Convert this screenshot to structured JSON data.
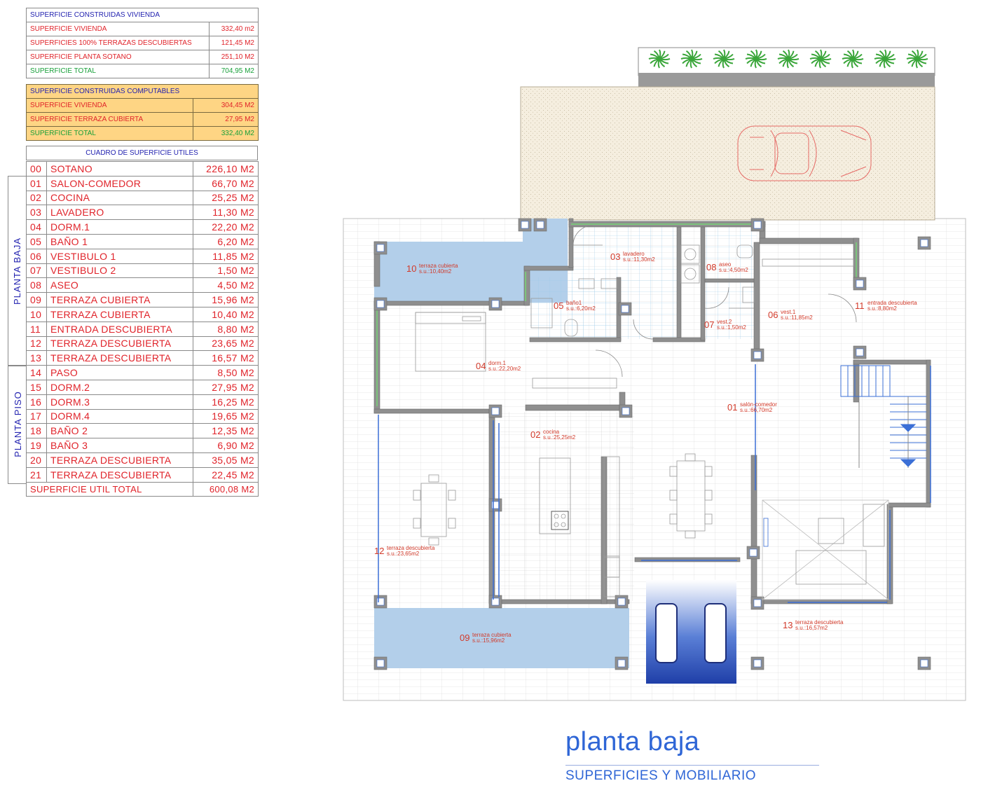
{
  "built_area": {
    "header": "SUPERFICIE CONSTRUIDAS VIVIENDA",
    "rows": [
      {
        "label": "SUPERFICIE VIVIENDA",
        "value": "332,40 m2"
      },
      {
        "label": "SUPERFICIES 100% TERRAZAS DESCUBIERTAS",
        "value": "121,45 M2"
      },
      {
        "label": "SUPERFICIE PLANTA SOTANO",
        "value": "251,10 M2"
      }
    ],
    "total_label": "SUPERFICIE TOTAL",
    "total_value": "704,95 M2"
  },
  "computable_area": {
    "header": "SUPERFICIE CONSTRUIDAS COMPUTABLES",
    "rows": [
      {
        "label": "SUPERFICIE VIVIENDA",
        "value": "304,45 M2"
      },
      {
        "label": "SUPERFICIE TERRAZA CUBIERTA",
        "value": "27,95 M2"
      }
    ],
    "total_label": "SUPERFICIE TOTAL",
    "total_value": "332,40 M2"
  },
  "useful_area": {
    "header": "CUADRO DE SUPERFICIE UTILES",
    "rows": [
      {
        "num": "00",
        "name": "SOTANO",
        "value": "226,10 M2"
      },
      {
        "num": "01",
        "name": "SALON-COMEDOR",
        "value": "66,70 M2"
      },
      {
        "num": "02",
        "name": "COCINA",
        "value": "25,25 M2"
      },
      {
        "num": "03",
        "name": "LAVADERO",
        "value": "11,30 M2"
      },
      {
        "num": "04",
        "name": "DORM.1",
        "value": "22,20 M2"
      },
      {
        "num": "05",
        "name": "BAÑO 1",
        "value": "6,20 M2"
      },
      {
        "num": "06",
        "name": "VESTIBULO 1",
        "value": "11,85 M2"
      },
      {
        "num": "07",
        "name": "VESTIBULO 2",
        "value": "1,50 M2"
      },
      {
        "num": "08",
        "name": "ASEO",
        "value": "4,50 M2"
      },
      {
        "num": "09",
        "name": "TERRAZA CUBIERTA",
        "value": "15,96 M2"
      },
      {
        "num": "10",
        "name": "TERRAZA CUBIERTA",
        "value": "10,40 M2"
      },
      {
        "num": "11",
        "name": "ENTRADA DESCUBIERTA",
        "value": "8,80 M2"
      },
      {
        "num": "12",
        "name": "TERRAZA DESCUBIERTA",
        "value": "23,65 M2"
      },
      {
        "num": "13",
        "name": "TERRAZA DESCUBIERTA",
        "value": "16,57 M2"
      },
      {
        "num": "14",
        "name": "PASO",
        "value": "8,50 M2"
      },
      {
        "num": "15",
        "name": "DORM.2",
        "value": "27,95 M2"
      },
      {
        "num": "16",
        "name": "DORM.3",
        "value": "16,25 M2"
      },
      {
        "num": "17",
        "name": "DORM.4",
        "value": "19,65 M2"
      },
      {
        "num": "18",
        "name": "BAÑO 2",
        "value": "12,35 M2"
      },
      {
        "num": "19",
        "name": "BAÑO 3",
        "value": "6,90 M2"
      },
      {
        "num": "20",
        "name": "TERRAZA DESCUBIERTA",
        "value": "35,05 M2"
      },
      {
        "num": "21",
        "name": "TERRAZA DESCUBIERTA",
        "value": "22,45 M2"
      }
    ],
    "total_label": "SUPERFICIE UTIL TOTAL",
    "total_value": "600,08 M2",
    "group_ground": "PLANTA BAJA",
    "group_upper": "PLANTA PISO"
  },
  "rooms": [
    {
      "num": "01",
      "name": "salón-comedor",
      "area": "s.u.:66,70m2"
    },
    {
      "num": "02",
      "name": "cocina",
      "area": "s.u.:25,25m2"
    },
    {
      "num": "03",
      "name": "lavadero",
      "area": "s.u.:11,30m2"
    },
    {
      "num": "04",
      "name": "dorm.1",
      "area": "s.u.:22,20m2"
    },
    {
      "num": "05",
      "name": "baño1",
      "area": "s.u.:6,20m2"
    },
    {
      "num": "06",
      "name": "vest.1",
      "area": "s.u.:11,85m2"
    },
    {
      "num": "07",
      "name": "vest.2",
      "area": "s.u.:1,50m2"
    },
    {
      "num": "08",
      "name": "aseo",
      "area": "s.u.:4,50m2"
    },
    {
      "num": "09",
      "name": "terraza cubierta",
      "area": "s.u.:15,96m2"
    },
    {
      "num": "10",
      "name": "terraza cubierta",
      "area": "s.u.:10,40m2"
    },
    {
      "num": "11",
      "name": "entrada descubierta",
      "area": "s.u.:8,80m2"
    },
    {
      "num": "12",
      "name": "terraza descubierta",
      "area": "s.u.:23,65m2"
    },
    {
      "num": "13",
      "name": "terraza descubierta",
      "area": "s.u.:16,57m2"
    }
  ],
  "title": "planta baja",
  "subtitle": "SUPERFICIES Y MOBILIARIO",
  "colors": {
    "text_red": "#e0232a",
    "text_blue": "#2323b0",
    "text_green": "#18a03a",
    "highlight": "#fed584",
    "terrace_blue": "#b3cfea",
    "title_blue": "#2f66d6"
  }
}
